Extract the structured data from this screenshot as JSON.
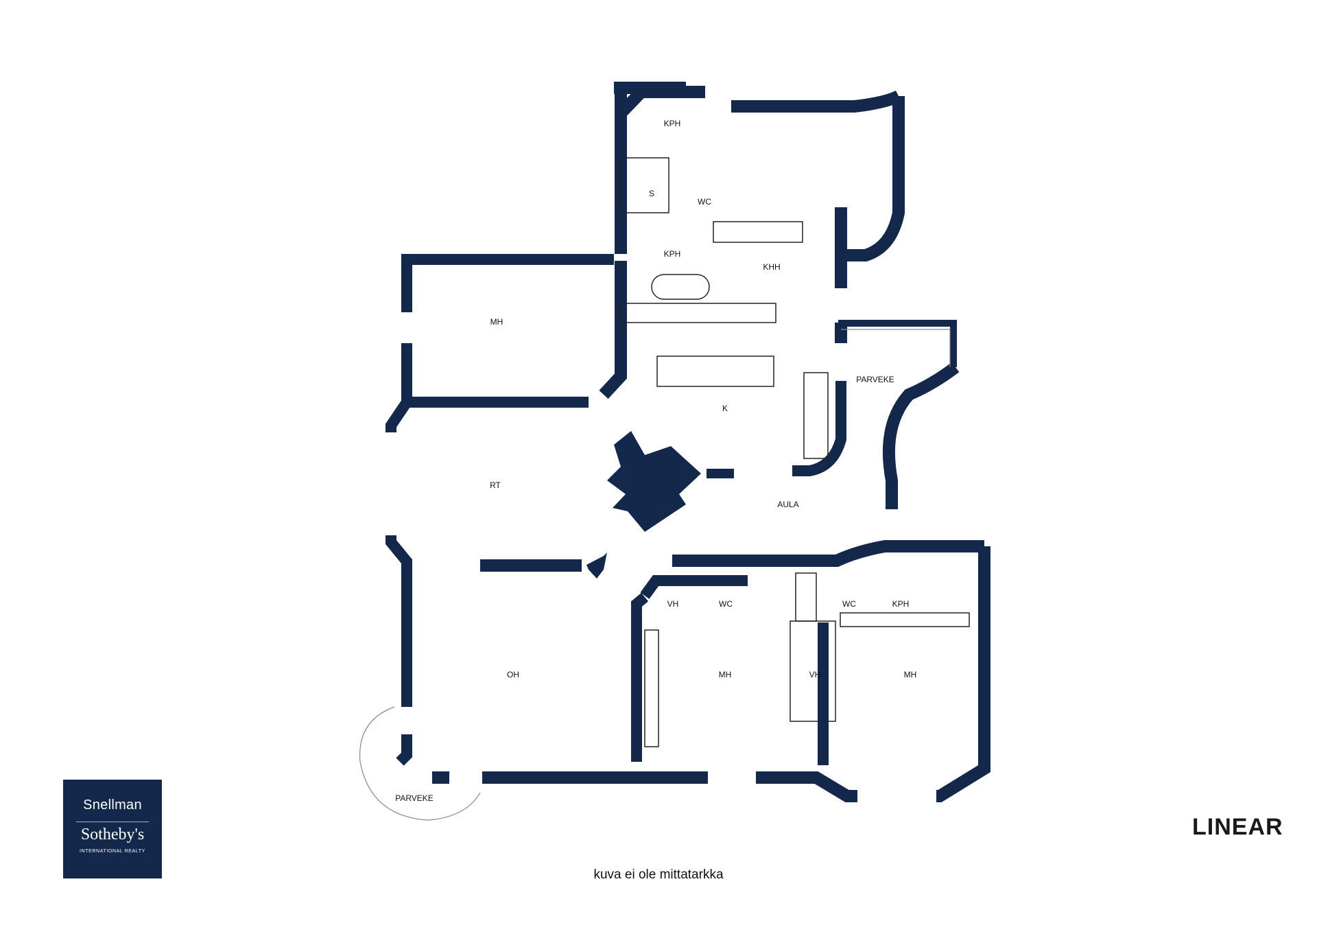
{
  "rooms": {
    "kph_top": "KPH",
    "s": "S",
    "wc_top": "WC",
    "kph_mid": "KPH",
    "khh": "KHH",
    "mh_left": "MH",
    "k": "K",
    "parveke_right": "PARVEKE",
    "rt": "RT",
    "aula": "AULA",
    "vh_left": "VH",
    "wc_mid": "WC",
    "wc_right": "WC",
    "kph_right": "KPH",
    "oh": "OH",
    "mh_mid": "MH",
    "vh_mid": "VH",
    "mh_right": "MH",
    "parveke_left": "PARVEKE"
  },
  "caption": "kuva ei ole mittatarkka",
  "logo": {
    "top": "Snellman",
    "middle": "Sotheby's",
    "sub": "INTERNATIONAL REALTY"
  },
  "brand": "LINEAR",
  "colors": {
    "wall": "#13284a",
    "background": "#ffffff"
  }
}
